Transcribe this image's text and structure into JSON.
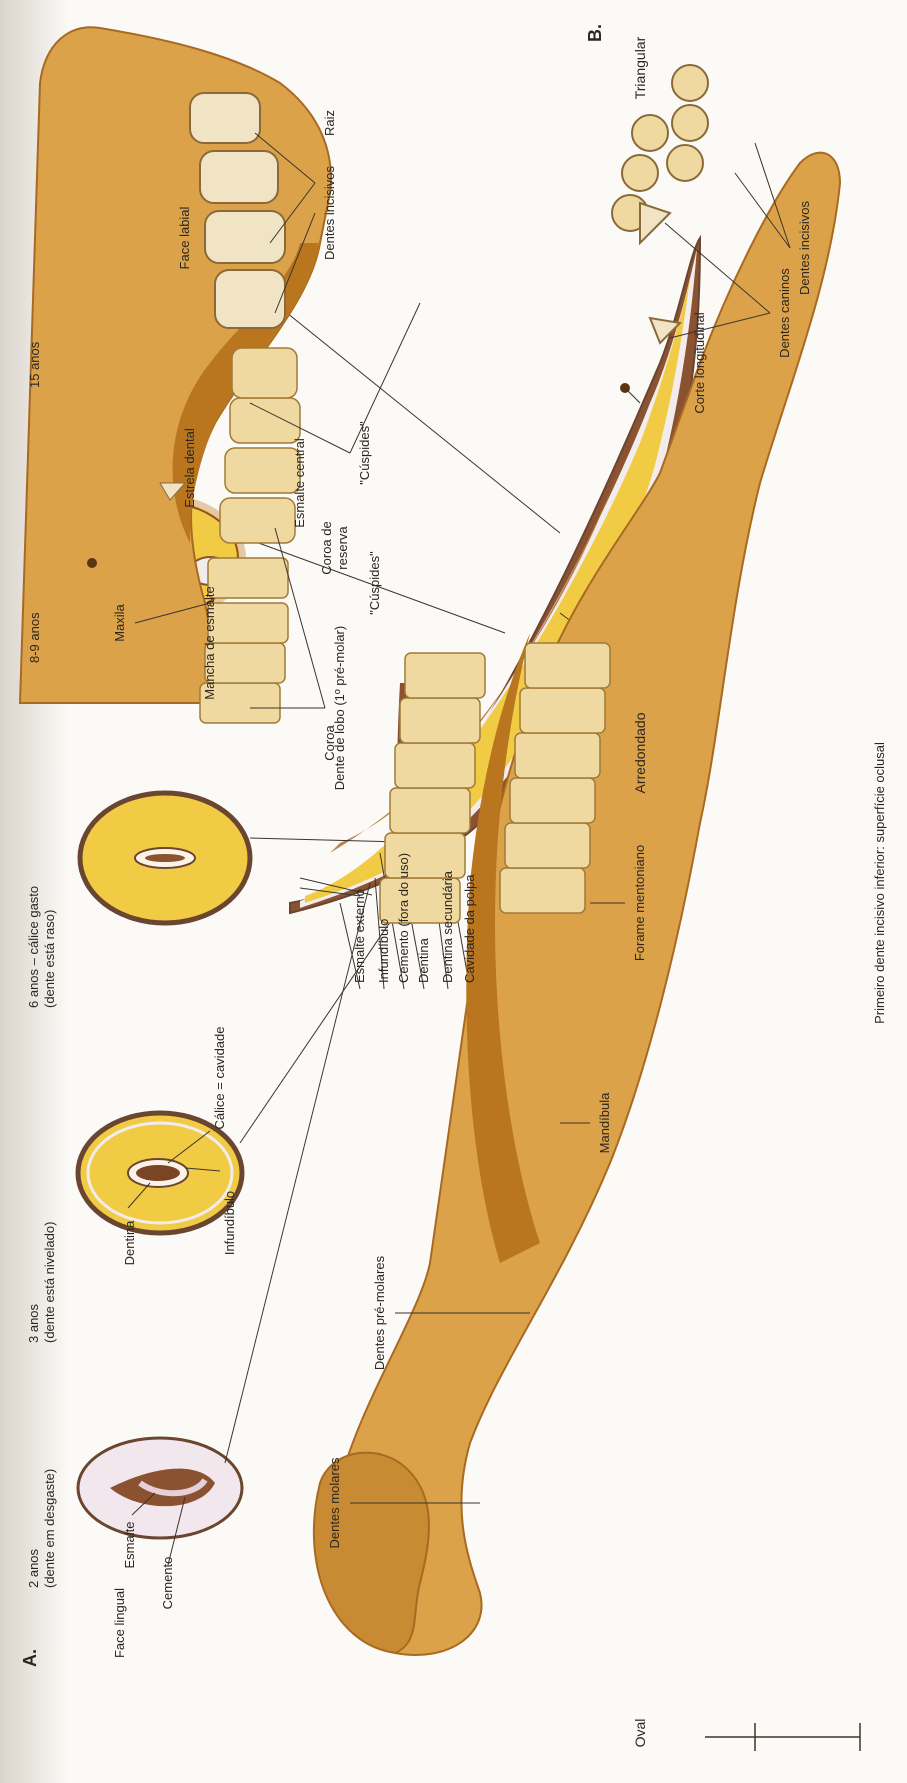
{
  "section_a": {
    "letter": "A.",
    "scale": {
      "top": "Oval",
      "middle": "Arredondado",
      "bottom": "Triangular"
    },
    "ages": [
      {
        "line1": "2 anos",
        "line2": "(dente em desgaste)"
      },
      {
        "line1": "3 anos",
        "line2": "(dente está nivelado)"
      },
      {
        "line1": "6 anos – cálice gasto",
        "line2": "(dente está raso)"
      },
      {
        "line1": "8-9 anos",
        "line2": ""
      },
      {
        "line1": "15 anos",
        "line2": ""
      }
    ],
    "section_labels": {
      "face_lingual": "Face lingual",
      "esmalte": "Esmalte",
      "cemento": "Cemento",
      "dentina": "Dentina",
      "infundibulo": "Infundíbulo",
      "calice": "Cálice = cavidade",
      "mancha": "Mancha de esmalte",
      "estrela": "Estrela dental",
      "face_labial": "Face labial"
    },
    "caption": "Primeiro dente incisivo inferior: superfície oclusal",
    "long_labels": {
      "esmalte_central": "Esmalte central",
      "coroa": "Coroa",
      "coroa_reserva_1": "Coroa de",
      "coroa_reserva_2": "reserva",
      "raiz": "Raiz",
      "esmalte_externo": "Esmalte externo",
      "infundibulo": "Infundíbulo",
      "cemento_dentro": "Cemento (fora do uso)",
      "dentina": "Dentina",
      "dentina_secundaria": "Dentina secundária",
      "cavidade_polpa": "Cavidade da polpa"
    },
    "long_caption": "Corte longitudinal"
  },
  "section_b": {
    "letter": "B.",
    "labels": {
      "maxila": "Maxila",
      "dente_lobo": "Dente de lobo (1º pré-molar)",
      "cuspides_top": "\"Cúspides\"",
      "cuspides_bottom": "\"Cúspides\"",
      "dentes_incisivos_upper": "Dentes incisivos",
      "dentes_molares": "Dentes molares",
      "dentes_premolares": "Dentes pré-molares",
      "mandibula": "Mandíbula",
      "forame_mentoniano": "Forame mentoniano",
      "dentes_caninos": "Dentes caninos",
      "dentes_incisivos_lower": "Dentes incisivos"
    }
  },
  "colors": {
    "bone": "#dba24a",
    "bone_dark": "#a86a22",
    "dentin": "#f2cb45",
    "enamel": "#f3ecec",
    "cement": "#8a5230",
    "tooth": "#f0e4c4"
  }
}
